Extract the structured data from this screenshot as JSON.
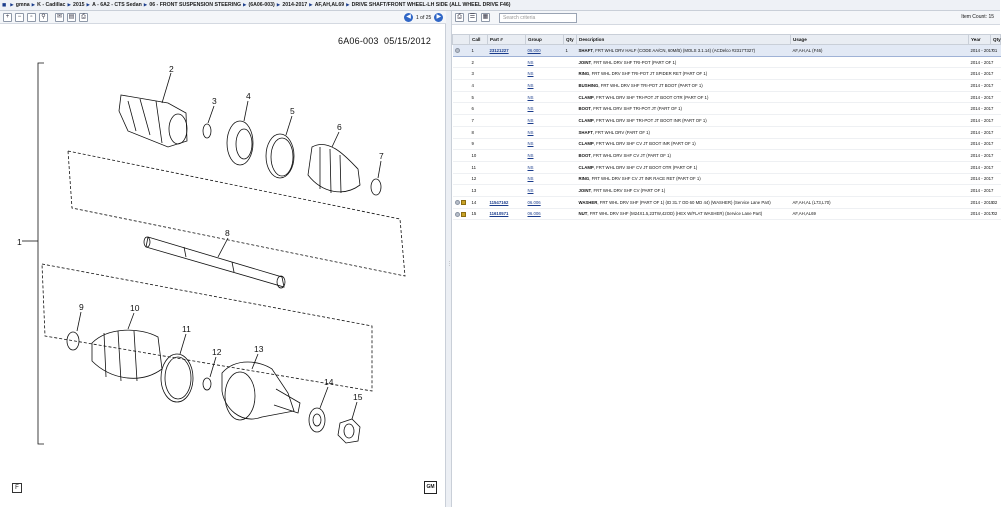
{
  "breadcrumb": [
    "gmna",
    "K - Cadillac",
    "2015",
    "A - 6A2 - CTS Sedan",
    "06 - FRONT SUSPENSION STEERING",
    "(6A06-003)",
    "2014-2017",
    "AF,AH,AL69",
    "DRIVE SHAFT/FRONT WHEEL-LH SIDE (ALL WHEEL DRIVE F46)"
  ],
  "diagram": {
    "page": "1 of 25",
    "code": "6A06-003",
    "date": "05/15/2012",
    "callouts": [
      "1",
      "2",
      "3",
      "4",
      "5",
      "6",
      "7",
      "8",
      "9",
      "10",
      "11",
      "12",
      "13",
      "14",
      "15"
    ],
    "frame_badge": "F",
    "logo": "GM"
  },
  "parts_panel": {
    "search_placeholder": "Search criteria",
    "item_count_label": "Item Count:",
    "item_count": "15",
    "columns": [
      "",
      "Call",
      "Part #",
      "Group",
      "Qty",
      "Description",
      "Usage",
      "Year",
      "Qty"
    ],
    "rows": [
      {
        "call": "1",
        "part": "23121227",
        "group": "06.000",
        "q": "1",
        "name": "SHAFT",
        "desc": ", FRT WHL DRV HALF (CODE AA/CN, 60M/B) (MOLS 3.1.14) (ACDelco #2317T327)",
        "usage": "AF,AH,AL (F46)",
        "year": "2014 - 2017",
        "qty": "01"
      },
      {
        "call": "2",
        "part": "",
        "group": "NS",
        "q": "",
        "name": "JOINT",
        "desc": ", FRT WHL DRV SHF TRI-POT (PART OF 1)",
        "usage": "",
        "year": "2014 - 2017",
        "qty": ""
      },
      {
        "call": "3",
        "part": "",
        "group": "NS",
        "q": "",
        "name": "RING",
        "desc": ", FRT WHL DRV SHF TRI-POT JT SPIDER RET (PART OF 1)",
        "usage": "",
        "year": "2014 - 2017",
        "qty": ""
      },
      {
        "call": "4",
        "part": "",
        "group": "NS",
        "q": "",
        "name": "BUSHING",
        "desc": ", FRT WHL DRV SHF TRI-POT JT BOOT (PART OF 1)",
        "usage": "",
        "year": "2014 - 2017",
        "qty": ""
      },
      {
        "call": "5",
        "part": "",
        "group": "NS",
        "q": "",
        "name": "CLAMP",
        "desc": ", FRT WHL DRV SHF TRI-POT JT BOOT OTR (PART OF 1)",
        "usage": "",
        "year": "2014 - 2017",
        "qty": ""
      },
      {
        "call": "6",
        "part": "",
        "group": "NS",
        "q": "",
        "name": "BOOT",
        "desc": ", FRT WHL DRV SHF TRI-POT JT (PART OF 1)",
        "usage": "",
        "year": "2014 - 2017",
        "qty": ""
      },
      {
        "call": "7",
        "part": "",
        "group": "NS",
        "q": "",
        "name": "CLAMP",
        "desc": ", FRT WHL DRV SHF TRI-POT JT BOOT INR (PART OF 1)",
        "usage": "",
        "year": "2014 - 2017",
        "qty": ""
      },
      {
        "call": "8",
        "part": "",
        "group": "NS",
        "q": "",
        "name": "SHAFT",
        "desc": ", FRT WHL DRV (PART OF 1)",
        "usage": "",
        "year": "2014 - 2017",
        "qty": ""
      },
      {
        "call": "9",
        "part": "",
        "group": "NS",
        "q": "",
        "name": "CLAMP",
        "desc": ", FRT WHL DRV SHF CV JT BOOT INR (PART OF 1)",
        "usage": "",
        "year": "2014 - 2017",
        "qty": ""
      },
      {
        "call": "10",
        "part": "",
        "group": "NS",
        "q": "",
        "name": "BOOT",
        "desc": ", FRT WHL DRV SHF CV JT (PART OF 1)",
        "usage": "",
        "year": "2014 - 2017",
        "qty": ""
      },
      {
        "call": "11",
        "part": "",
        "group": "NS",
        "q": "",
        "name": "CLAMP",
        "desc": ", FRT WHL DRV SHF CV JT BOOT OTR (PART OF 1)",
        "usage": "",
        "year": "2014 - 2017",
        "qty": ""
      },
      {
        "call": "12",
        "part": "",
        "group": "NS",
        "q": "",
        "name": "RING",
        "desc": ", FRT WHL DRV SHF CV JT INR RACE RET (PART OF 1)",
        "usage": "",
        "year": "2014 - 2017",
        "qty": ""
      },
      {
        "call": "13",
        "part": "",
        "group": "NS",
        "q": "",
        "name": "JOINT",
        "desc": ", FRT WHL DRV SHF CV (PART OF 1)",
        "usage": "",
        "year": "2014 - 2017",
        "qty": ""
      },
      {
        "call": "14",
        "part": "11547162",
        "group": "06.006",
        "q": "",
        "name": "WASHER",
        "desc": ", FRT WHL DRV SHF (PART OF 1) (ID 31.7 OD 60 MD 44) (WASHER) (Service Lane Part)",
        "usage": "AF,AH,AL (L73,L70)",
        "year": "2014 - 2015",
        "qty": "02"
      },
      {
        "call": "15",
        "part": "11610571",
        "group": "06.006",
        "q": "",
        "name": "NUT",
        "desc": ", FRT WHL DRV SHF (M24X1.5,23TW,42OD) (HEX W/FLAT WASHER) (Service Lane Part)",
        "usage": "AF,AH,AL69",
        "year": "2014 - 2017",
        "qty": "02"
      }
    ]
  }
}
